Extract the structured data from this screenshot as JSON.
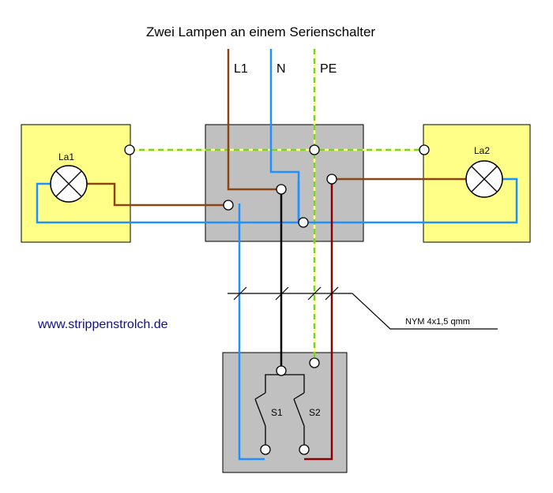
{
  "title": "Zwei Lampen an einem Serienschalter",
  "conductors": {
    "l1": "L1",
    "n": "N",
    "pe": "PE"
  },
  "lamps": {
    "left": "La1",
    "right": "La2"
  },
  "switches": {
    "s1": "S1",
    "s2": "S2"
  },
  "cable": "NYM 4x1,5 qmm",
  "website": "www.strippenstrolch.de",
  "colors": {
    "phase": "#8b4513",
    "neutral": "#1e90ff",
    "earth_yellow": "#ffff80",
    "earth_green": "#80d020",
    "switch_return": "#8b0000",
    "wire_black": "#000000",
    "lamp_box": "#ffff88",
    "junction_box": "#c0c0c0",
    "switch_box": "#c0c0c0"
  },
  "icons": {
    "lamp": "lamp-cross-icon",
    "terminal": "terminal-circle-icon",
    "switch": "switch-contact-icon"
  }
}
